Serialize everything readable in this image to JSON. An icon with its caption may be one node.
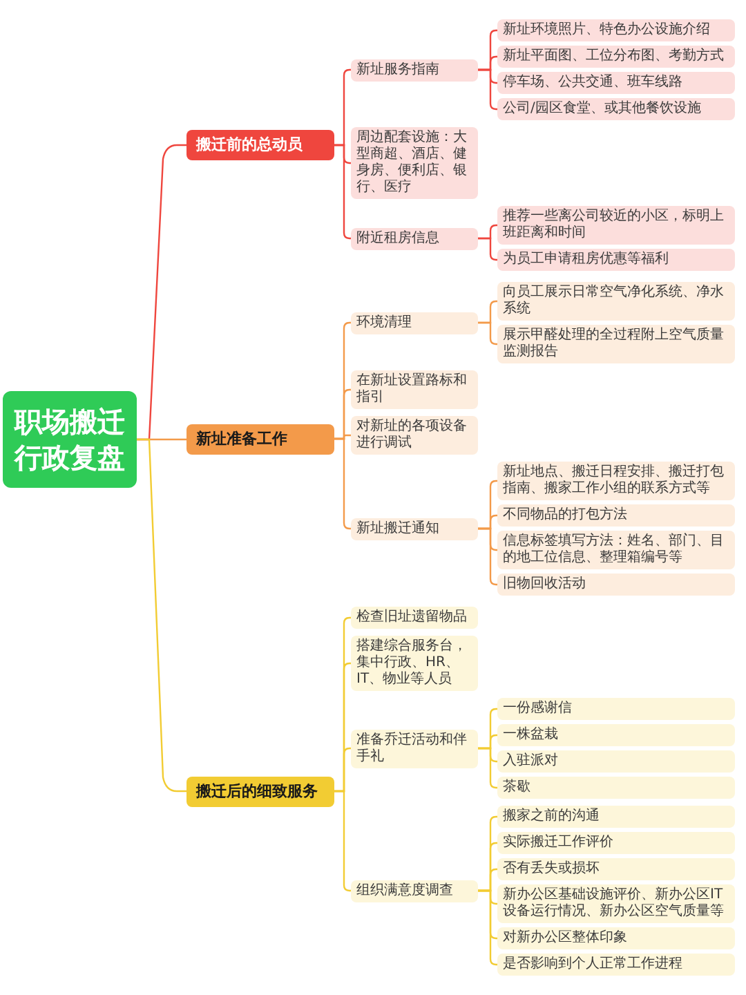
{
  "diagram": {
    "nodes": [
      {
        "text": [
          "职场搬迁行政复盘"
        ]
      },
      {
        "text": [
          "搬迁前的总动员"
        ]
      },
      {
        "text": [
          "新址服务指南"
        ]
      },
      {
        "text": [
          "新址环境照片、特色办公设施介绍"
        ]
      },
      {
        "text": [
          "新址平面图、工位分布图、考勤方式"
        ]
      },
      {
        "text": [
          "停车场、公共交通、班车线路"
        ]
      },
      {
        "text": [
          "公司/园区食堂、或其他餐饮设施"
        ]
      },
      {
        "text": [
          "周边配套设施：大型商超、酒店、健身房、便利店、银行、医疗"
        ]
      },
      {
        "text": [
          "附近租房信息"
        ]
      },
      {
        "text": [
          "推荐一些离公司较近的小区，标明上班距离和时间"
        ]
      },
      {
        "text": [
          "为员工申请租房优惠等福利"
        ]
      },
      {
        "text": [
          "新址准备工作"
        ]
      },
      {
        "text": [
          "环境清理"
        ]
      },
      {
        "text": [
          "向员工展示日常空气净化系统、净水系统"
        ]
      },
      {
        "text": [
          "展示甲醛处理的全过程附上空气质量监测报告"
        ]
      },
      {
        "text": [
          "在新址设置路标和指引"
        ]
      },
      {
        "text": [
          "对新址的各项设备进行调试"
        ]
      },
      {
        "text": [
          "新址搬迁通知"
        ]
      },
      {
        "text": [
          "新址地点、搬迁日程安排、搬迁打包指南、搬家工作小组的联系方式等"
        ]
      },
      {
        "text": [
          "不同物品的打包方法"
        ]
      },
      {
        "text": [
          "信息标签填写方法：姓名、部门、目的地工位信息、整理箱编号等"
        ]
      },
      {
        "text": [
          "旧物回收活动"
        ]
      },
      {
        "text": [
          "搬迁后的细致服务"
        ]
      },
      {
        "text": [
          "检查旧址遗留物品"
        ]
      },
      {
        "text": [
          "搭建综合服务台，集中行政、HR、IT、物业等人员"
        ]
      },
      {
        "text": [
          "准备乔迁活动和伴手礼"
        ]
      },
      {
        "text": [
          "一份感谢信"
        ]
      },
      {
        "text": [
          "一株盆栽"
        ]
      },
      {
        "text": [
          "入驻派对"
        ]
      },
      {
        "text": [
          "茶歇"
        ]
      },
      {
        "text": [
          "组织满意度调查"
        ]
      },
      {
        "text": [
          "搬家之前的沟通"
        ]
      },
      {
        "text": [
          "实际搬迁工作评价"
        ]
      },
      {
        "text": [
          "否有丢失或损坏"
        ]
      },
      {
        "text": [
          "新办公区基础设施评价、新办公区IT设备运行情况、新办公区空气质量等"
        ]
      },
      {
        "text": [
          "对新办公区整体印象"
        ]
      },
      {
        "text": [
          "是否影响到个人正常工作进程"
        ]
      }
    ],
    "edges": [
      {
        "from": 0,
        "to": 1,
        "arrow": "none",
        "color": "#ef463e"
      },
      {
        "from": 0,
        "to": 11,
        "arrow": "none",
        "color": "#f39a4a"
      },
      {
        "from": 0,
        "to": 22,
        "arrow": "none",
        "color": "#f2cc33"
      },
      {
        "from": 1,
        "to": 2,
        "arrow": "none",
        "color": "#ef463e"
      },
      {
        "from": 1,
        "to": 7,
        "arrow": "none",
        "color": "#ef463e"
      },
      {
        "from": 1,
        "to": 8,
        "arrow": "none",
        "color": "#ef463e"
      },
      {
        "from": 2,
        "to": 3,
        "arrow": "none",
        "color": "#ef463e"
      },
      {
        "from": 2,
        "to": 4,
        "arrow": "none",
        "color": "#ef463e"
      },
      {
        "from": 2,
        "to": 5,
        "arrow": "none",
        "color": "#ef463e"
      },
      {
        "from": 2,
        "to": 6,
        "arrow": "none",
        "color": "#ef463e"
      },
      {
        "from": 8,
        "to": 9,
        "arrow": "none",
        "color": "#ef463e"
      },
      {
        "from": 8,
        "to": 10,
        "arrow": "none",
        "color": "#ef463e"
      },
      {
        "from": 11,
        "to": 12,
        "arrow": "none",
        "color": "#f39a4a"
      },
      {
        "from": 11,
        "to": 15,
        "arrow": "none",
        "color": "#f39a4a"
      },
      {
        "from": 11,
        "to": 16,
        "arrow": "none",
        "color": "#f39a4a"
      },
      {
        "from": 11,
        "to": 17,
        "arrow": "none",
        "color": "#f39a4a"
      },
      {
        "from": 12,
        "to": 13,
        "arrow": "none",
        "color": "#f39a4a"
      },
      {
        "from": 12,
        "to": 14,
        "arrow": "none",
        "color": "#f39a4a"
      },
      {
        "from": 17,
        "to": 18,
        "arrow": "none",
        "color": "#f39a4a"
      },
      {
        "from": 17,
        "to": 19,
        "arrow": "none",
        "color": "#f39a4a"
      },
      {
        "from": 17,
        "to": 20,
        "arrow": "none",
        "color": "#f39a4a"
      },
      {
        "from": 17,
        "to": 21,
        "arrow": "none",
        "color": "#f39a4a"
      },
      {
        "from": 22,
        "to": 23,
        "arrow": "none",
        "color": "#f2cc33"
      },
      {
        "from": 22,
        "to": 24,
        "arrow": "none",
        "color": "#f2cc33"
      },
      {
        "from": 22,
        "to": 25,
        "arrow": "none",
        "color": "#f2cc33"
      },
      {
        "from": 22,
        "to": 30,
        "arrow": "none",
        "color": "#f2cc33"
      },
      {
        "from": 25,
        "to": 26,
        "arrow": "none",
        "color": "#f2cc33"
      },
      {
        "from": 25,
        "to": 27,
        "arrow": "none",
        "color": "#f2cc33"
      },
      {
        "from": 25,
        "to": 28,
        "arrow": "none",
        "color": "#f2cc33"
      },
      {
        "from": 25,
        "to": 29,
        "arrow": "none",
        "color": "#f2cc33"
      },
      {
        "from": 30,
        "to": 31,
        "arrow": "none",
        "color": "#f2cc33"
      },
      {
        "from": 30,
        "to": 32,
        "arrow": "none",
        "color": "#f2cc33"
      },
      {
        "from": 30,
        "to": 33,
        "arrow": "none",
        "color": "#f2cc33"
      },
      {
        "from": 30,
        "to": 34,
        "arrow": "none",
        "color": "#f2cc33"
      },
      {
        "from": 30,
        "to": 35,
        "arrow": "none",
        "color": "#f2cc33"
      },
      {
        "from": 30,
        "to": 36,
        "arrow": "none",
        "color": "#f2cc33"
      }
    ]
  }
}
